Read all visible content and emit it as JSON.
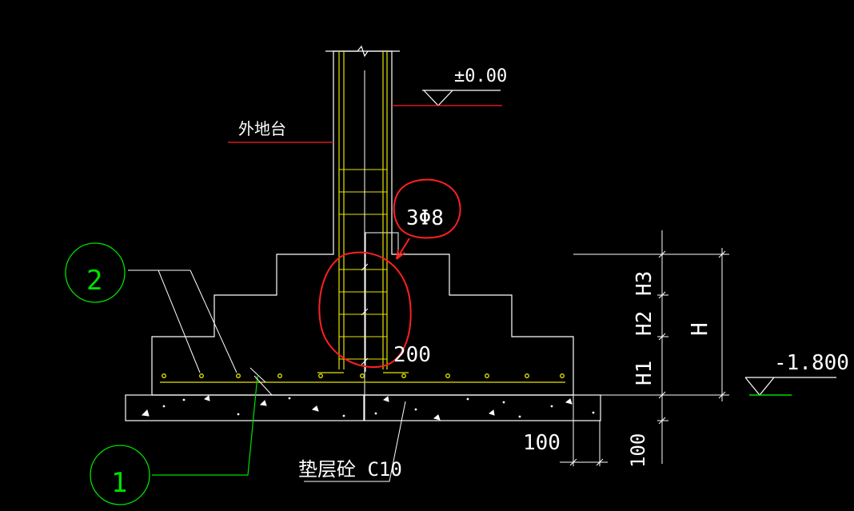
{
  "colors": {
    "background": "#000000",
    "outline": "#ffffff",
    "rebar": "#e6e600",
    "leader": "#ff2020",
    "callout": "#00e000",
    "markup": "#ff2020",
    "text": "#ffffff"
  },
  "labels": {
    "elevation_top": "±0.00",
    "elevation_bottom": "-1.800",
    "outdoor_grade": "外地台",
    "rebar_spec": "3Φ8",
    "cover_dim": "200",
    "cushion": "垫层砼 C10",
    "dim_100_horizontal": "100",
    "dim_100_vertical": "100",
    "h1": "H1",
    "h2": "H2",
    "h3": "H3",
    "h_total": "H"
  },
  "callouts": {
    "one": "1",
    "two": "2"
  }
}
